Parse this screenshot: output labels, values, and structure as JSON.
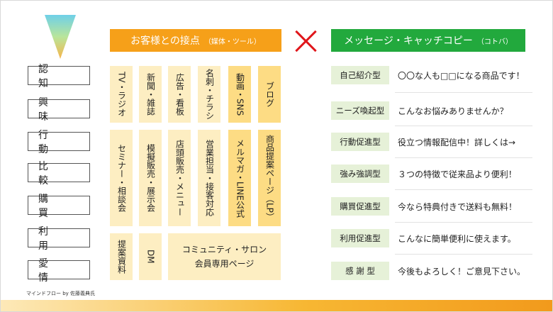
{
  "stages": [
    "認　知",
    "興　味",
    "行　動",
    "比　較",
    "購　買",
    "利　用",
    "愛　情"
  ],
  "headers": {
    "left_title": "お客様との接点",
    "left_sub": "（媒体・ツール）",
    "right_title": "メッセージ・キャッチコピー",
    "right_sub": "（コトバ）"
  },
  "touchpoints": {
    "awareness": [
      "TV・ラジオ",
      "新聞・雑誌",
      "広告・看板",
      "名刺・チラシ",
      "動画・SNS",
      "ブログ"
    ],
    "action": [
      "セミナー・相談会",
      "模擬販売・展示会",
      "店頭販売・メニュー",
      "営業担当・接客対応",
      "メルマガ・LINE公式",
      "商品提案ページ（LP）"
    ],
    "usage": [
      "提案資料",
      "DM"
    ],
    "community": [
      "コミュニティ・サロン",
      "会員専用ページ"
    ]
  },
  "messages": [
    {
      "type": "自己紹介型",
      "text": "〇〇な人も□□になる商品です！"
    },
    {
      "type": "ニーズ喚起型",
      "text": "こんなお悩みありませんか？"
    },
    {
      "type": "行動促進型",
      "text": "役立つ情報配信中！詳しくは→"
    },
    {
      "type": "強み強調型",
      "text": "３つの特徴で従来品より便利！"
    },
    {
      "type": "購買促進型",
      "text": "今なら特典付きで送料も無料！"
    },
    {
      "type": "利用促進型",
      "text": "こんなに簡単便利に使えます。"
    },
    {
      "type": "感 謝 型",
      "text": "今後もよろしく！ご意見下さい。"
    }
  ],
  "footer": "マインドフロー by 佐藤義典氏",
  "colors": {
    "orange": "#f6a019",
    "green": "#22a93d",
    "red": "#e0161b",
    "cell": "#fdeec2",
    "cell_dark": "#fddc84",
    "msg_bg": "#e6f1d8"
  }
}
